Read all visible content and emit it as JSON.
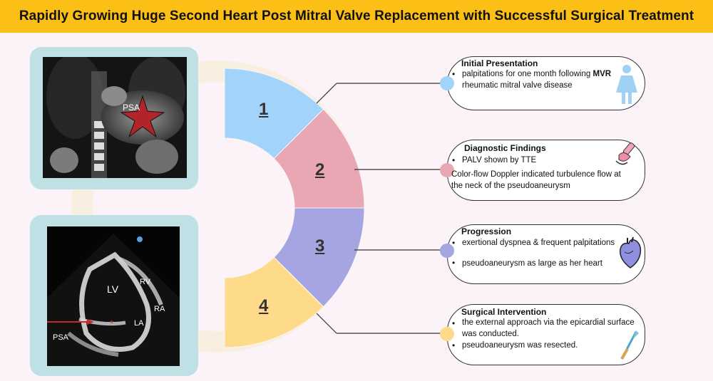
{
  "title": "Rapidly Growing Huge Second Heart Post Mitral Valve Replacement with Successful Surgical Treatment",
  "ct_image": {
    "label": "PSA"
  },
  "echo_image": {
    "labels": {
      "lv": "LV",
      "rv": "RV",
      "ra": "RA",
      "la": "LA",
      "psa": "PSA",
      "star": "*"
    }
  },
  "segments": [
    {
      "number": "1",
      "color": "#a2d3fa"
    },
    {
      "number": "2",
      "color": "#e8a7b3"
    },
    {
      "number": "3",
      "color": "#a5a5e2"
    },
    {
      "number": "4",
      "color": "#fddb8a"
    }
  ],
  "cards": {
    "initial": {
      "title": "Initial Presentation",
      "bullet": "•",
      "line1_pre": "palpitations for one month following ",
      "line1_bold": "MVR",
      "line2": "rheumatic mitral valve disease",
      "icon": "woman-icon"
    },
    "diagnostic": {
      "title": "Diagnostic Findings",
      "bullet": "•",
      "line1": "PALV shown by TTE",
      "line2": "Color-flow Doppler indicated turbulence flow at",
      "line3": "the neck of the pseudoaneurysm",
      "icon": "ultrasound-probe-icon"
    },
    "progression": {
      "title": "Progression",
      "bullet": "•",
      "line1": "exertional dyspnea & frequent palpitations",
      "line2": "pseudoaneurysm as large as her heart",
      "icon": "heart-icon"
    },
    "surgical": {
      "title": "Surgical Intervention",
      "bullet": "•",
      "line1": "the external approach via the epicardial surface",
      "line2": "was conducted.",
      "line3": "pseudoaneurysm was resected.",
      "icon": "scalpel-icon"
    }
  }
}
